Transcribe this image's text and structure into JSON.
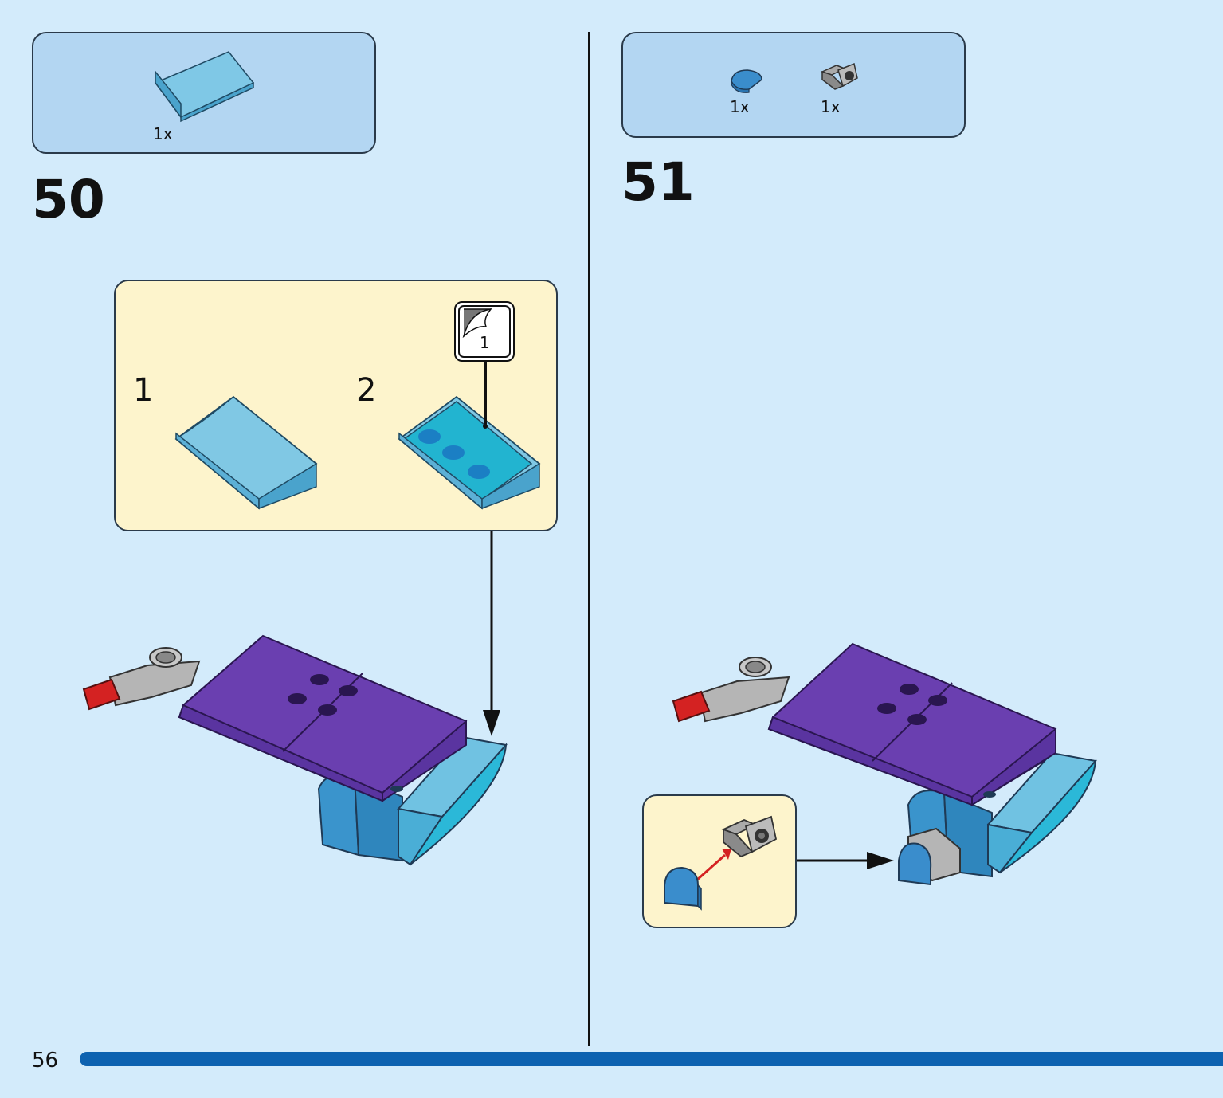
{
  "page": {
    "number": "56"
  },
  "steps": [
    {
      "number": "50",
      "parts": [
        {
          "name": "light-blue-curved-slope-icon",
          "qty": "1x"
        }
      ],
      "callout": {
        "sub_steps": [
          {
            "number": "1"
          },
          {
            "number": "2"
          }
        ],
        "sticker": {
          "number": "1"
        }
      }
    },
    {
      "number": "51",
      "parts": [
        {
          "name": "blue-round-tile-icon",
          "qty": "1x"
        },
        {
          "name": "gray-bracket-with-hole-icon",
          "qty": "1x"
        }
      ]
    }
  ],
  "colors": {
    "background": "#d3ebfb",
    "parts_box": "#b3d6f2",
    "callout": "#fdf4cc",
    "purple": "#6a3fb0",
    "light_blue": "#6cc3e0",
    "progress_bar": "#0d62b0"
  }
}
